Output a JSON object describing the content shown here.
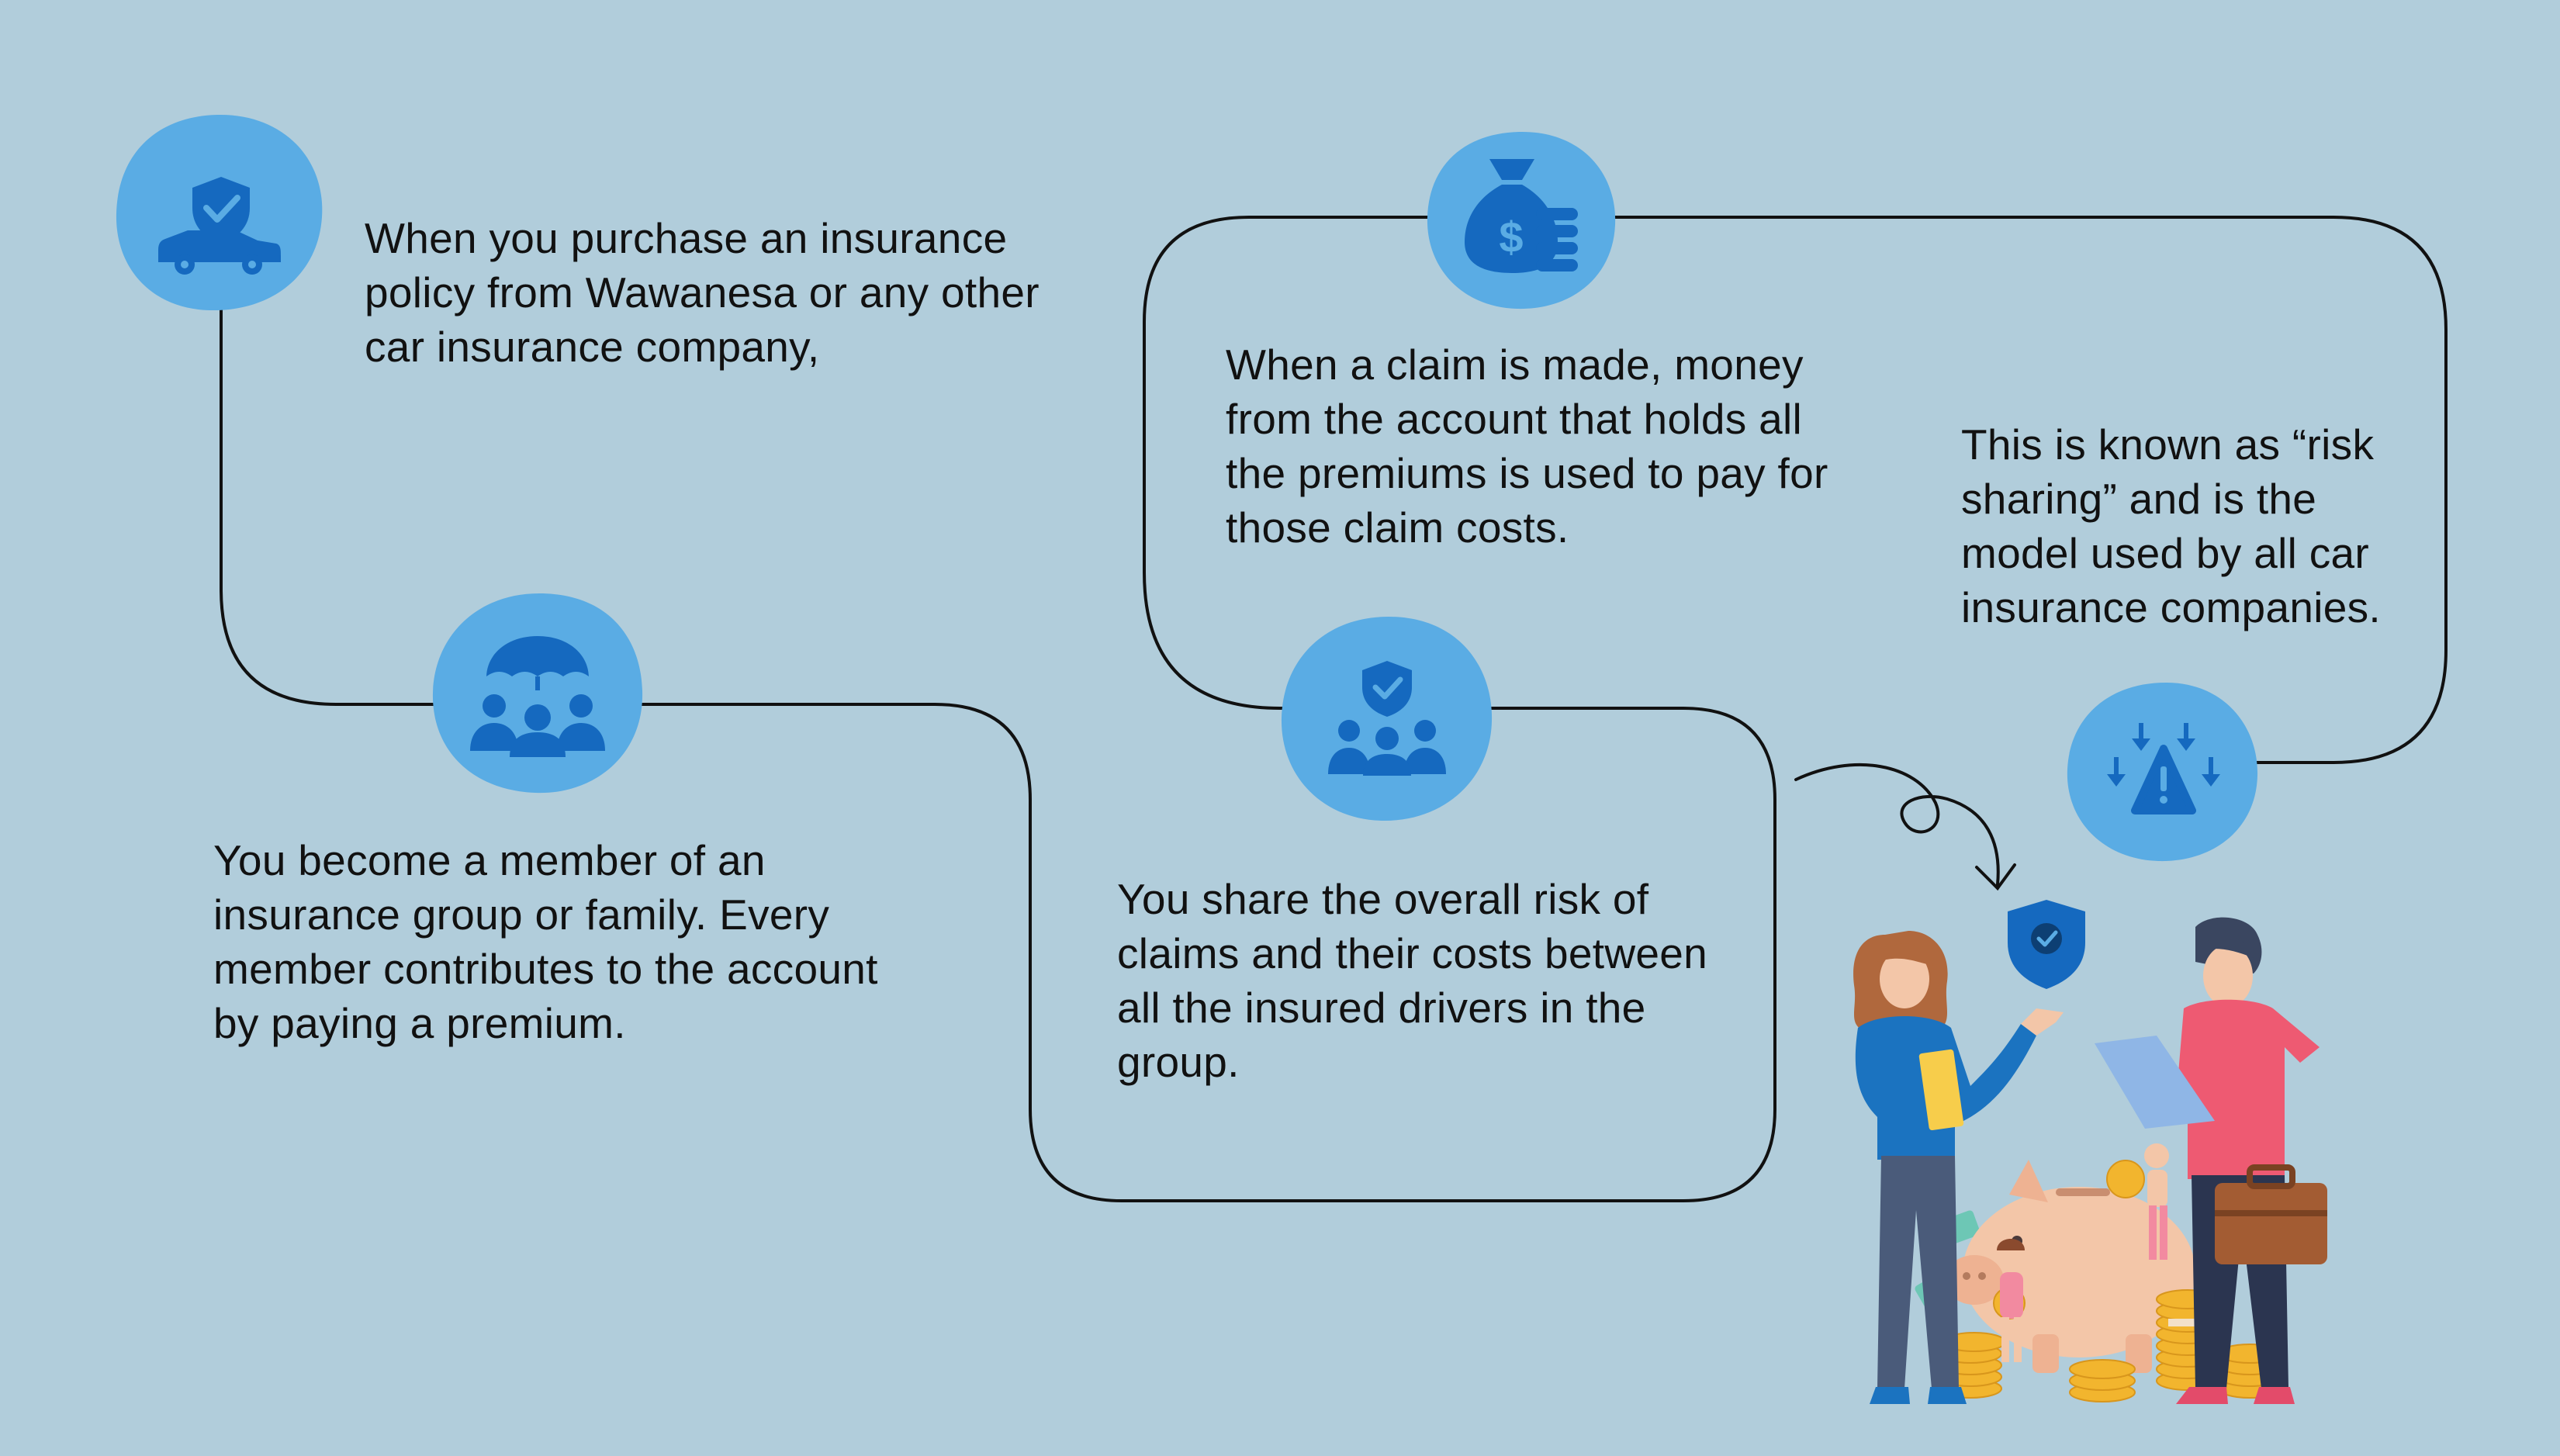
{
  "colors": {
    "background": "#b1cddb",
    "bubble": "#5aace4",
    "icon": "#1569bf",
    "connector": "#111111"
  },
  "steps": [
    {
      "icon": "car-shield-icon",
      "text": "When you purchase an insurance policy from Wawanesa or any other car insurance company,"
    },
    {
      "icon": "umbrella-group-icon",
      "text": "You become a member of an insurance group or family. Every member contributes to the account by paying a premium."
    },
    {
      "icon": "shield-group-icon",
      "text": "You share the overall risk of claims and their costs between all the insured drivers in the group."
    },
    {
      "icon": "money-bag-icon",
      "text": "When a claim is made, money from the account that holds all the premiums is used to pay for those claim costs."
    },
    {
      "icon": "risk-warning-icon",
      "text": "This is known as “risk sharing” and is the model used by all car insurance companies."
    }
  ],
  "illustration": "piggy-bank-savings-illustration"
}
